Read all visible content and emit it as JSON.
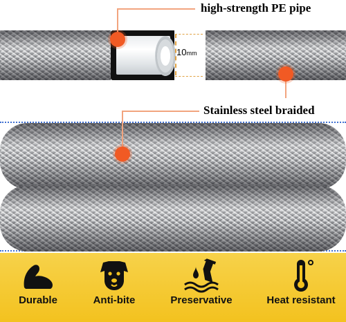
{
  "callouts": {
    "pipe": "high-strength PE pipe",
    "braid": "Stainless steel braided"
  },
  "dimension": {
    "value": "10",
    "unit": "mm"
  },
  "features": [
    {
      "label": "Durable",
      "icon": "arm-strength-icon"
    },
    {
      "label": "Anti-bite",
      "icon": "dog-icon"
    },
    {
      "label": "Preservative",
      "icon": "flask-drop-icon"
    },
    {
      "label": "Heat resistant",
      "icon": "thermometer-icon"
    }
  ],
  "colors": {
    "callout_dot": "#f15a24",
    "callout_line": "#f2a47e",
    "band": "#f3c21f",
    "dotted_line": "#3e6fd1"
  }
}
